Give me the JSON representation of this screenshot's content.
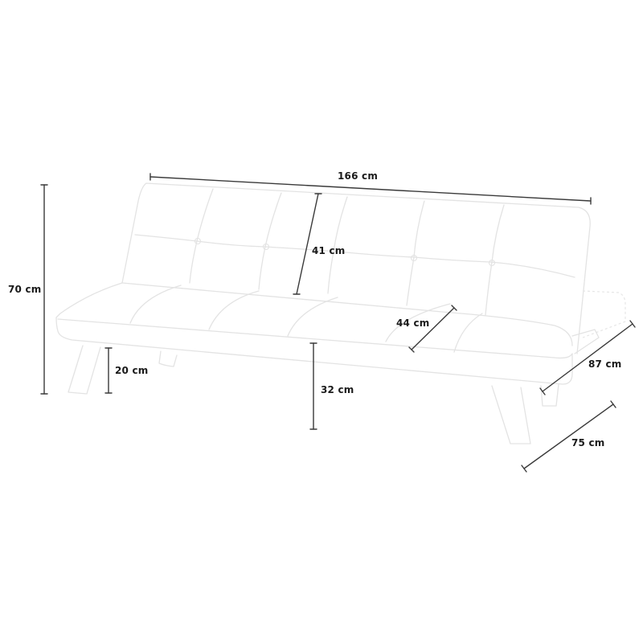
{
  "diagram": {
    "subject": "sofa bed dimension drawing",
    "colors": {
      "background": "#ffffff",
      "outline": "#e3e3e3",
      "dimension_line": "#3a3a3a",
      "label_text": "#1a1a1a"
    },
    "dimensions": {
      "total_width": {
        "label": "166 cm"
      },
      "total_height": {
        "label": "70 cm"
      },
      "backrest_height": {
        "label": "41 cm"
      },
      "seat_depth": {
        "label": "44 cm"
      },
      "leg_height": {
        "label": "20 cm"
      },
      "seat_height": {
        "label": "32 cm"
      },
      "total_depth": {
        "label": "87 cm"
      },
      "leg_depth": {
        "label": "75 cm"
      }
    }
  }
}
